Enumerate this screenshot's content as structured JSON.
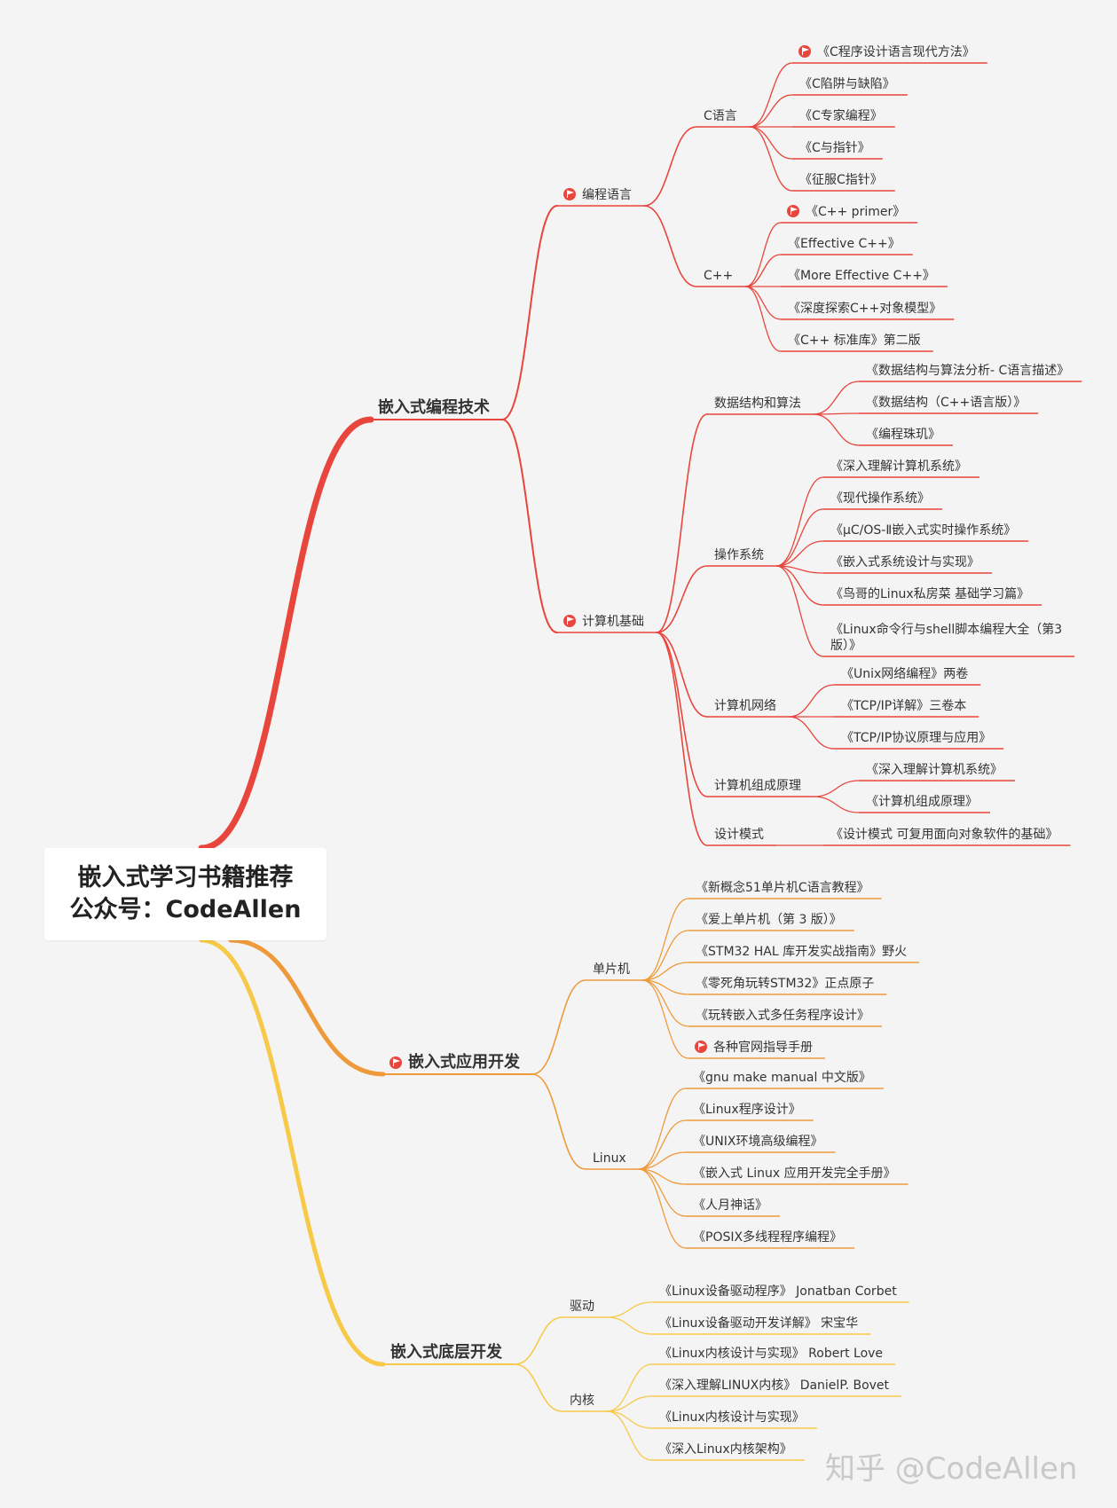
{
  "root": {
    "line1": "嵌入式学习书籍推荐",
    "line2": "公众号：CodeAllen"
  },
  "watermark": "知乎 @CodeAllen",
  "colors": {
    "red": "#e8453c",
    "orange": "#ee9a3a",
    "yellow": "#f7c948",
    "flag": "#e8453c",
    "text": "#333333"
  },
  "icons": {
    "flag": "flag-icon"
  },
  "branches": [
    {
      "label": "嵌入式编程技术",
      "color": "red",
      "children": [
        {
          "label": "编程语言",
          "flag": true,
          "children": [
            {
              "label": "C语言",
              "children": [
                {
                  "label": "《C程序设计语言现代方法》",
                  "flag": true
                },
                {
                  "label": "《C陷阱与缺陷》"
                },
                {
                  "label": "《C专家编程》"
                },
                {
                  "label": "《C与指针》"
                },
                {
                  "label": "《征服C指针》"
                }
              ]
            },
            {
              "label": "C++",
              "children": [
                {
                  "label": "《C++ primer》",
                  "flag": true
                },
                {
                  "label": "《Effective C++》"
                },
                {
                  "label": "《More Effective C++》"
                },
                {
                  "label": "《深度探索C++对象模型》"
                },
                {
                  "label": "《C++ 标准库》第二版"
                }
              ]
            }
          ]
        },
        {
          "label": "计算机基础",
          "flag": true,
          "children": [
            {
              "label": "数据结构和算法",
              "children": [
                {
                  "label": "《数据结构与算法分析- C语言描述》"
                },
                {
                  "label": "《数据结构（C++语言版）》"
                },
                {
                  "label": "《编程珠玑》"
                }
              ]
            },
            {
              "label": "操作系统",
              "children": [
                {
                  "label": "《深入理解计算机系统》"
                },
                {
                  "label": "《现代操作系统》"
                },
                {
                  "label": "《μC/OS-Ⅱ嵌入式实时操作系统》"
                },
                {
                  "label": "《嵌入式系统设计与实现》"
                },
                {
                  "label": "《鸟哥的Linux私房菜 基础学习篇》"
                },
                {
                  "label": "《Linux命令行与shell脚本编程大全（第3",
                  "label2": "版）》"
                }
              ]
            },
            {
              "label": "计算机网络",
              "children": [
                {
                  "label": "《Unix网络编程》两卷"
                },
                {
                  "label": "《TCP/IP详解》三卷本"
                },
                {
                  "label": "《TCP/IP协议原理与应用》"
                }
              ]
            },
            {
              "label": "计算机组成原理",
              "children": [
                {
                  "label": "《深入理解计算机系统》"
                },
                {
                  "label": "《计算机组成原理》"
                }
              ]
            },
            {
              "label": "设计模式",
              "children": [
                {
                  "label": "《设计模式 可复用面向对象软件的基础》"
                }
              ]
            }
          ]
        }
      ]
    },
    {
      "label": "嵌入式应用开发",
      "color": "orange",
      "flag": true,
      "children": [
        {
          "label": "单片机",
          "children": [
            {
              "label": "《新概念51单片机C语言教程》"
            },
            {
              "label": "《爱上单片机（第 3 版）》"
            },
            {
              "label": "《STM32 HAL 库开发实战指南》野火"
            },
            {
              "label": "《零死角玩转STM32》正点原子"
            },
            {
              "label": "《玩转嵌入式多任务程序设计》"
            },
            {
              "label": "各种官网指导手册",
              "flag": true
            }
          ]
        },
        {
          "label": "Linux",
          "children": [
            {
              "label": "《gnu make manual 中文版》"
            },
            {
              "label": "《Linux程序设计》"
            },
            {
              "label": "《UNIX环境高级编程》"
            },
            {
              "label": "《嵌入式 Linux 应用开发完全手册》"
            },
            {
              "label": "《人月神话》"
            },
            {
              "label": "《POSIX多线程程序编程》"
            }
          ]
        }
      ]
    },
    {
      "label": "嵌入式底层开发",
      "color": "yellow",
      "children": [
        {
          "label": "驱动",
          "children": [
            {
              "label": "《Linux设备驱动程序》 Jonatban Corbet"
            },
            {
              "label": "《Linux设备驱动开发详解》 宋宝华"
            }
          ]
        },
        {
          "label": "内核",
          "children": [
            {
              "label": "《Linux内核设计与实现》 Robert Love"
            },
            {
              "label": "《深入理解LINUX内核》 DanielP. Bovet"
            },
            {
              "label": "《Linux内核设计与实现》"
            },
            {
              "label": "《深入Linux内核架构》"
            }
          ]
        }
      ]
    }
  ]
}
